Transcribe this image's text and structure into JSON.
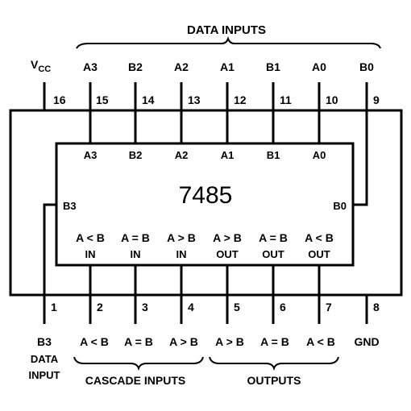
{
  "header": {
    "data_inputs": "DATA INPUTS"
  },
  "top_pins": [
    {
      "num": "16",
      "label": "V",
      "sub": "CC"
    },
    {
      "num": "15",
      "label": "A3",
      "inner": "A3"
    },
    {
      "num": "14",
      "label": "B2",
      "inner": "B2"
    },
    {
      "num": "13",
      "label": "A2",
      "inner": "A2"
    },
    {
      "num": "12",
      "label": "A1",
      "inner": "A1"
    },
    {
      "num": "11",
      "label": "B1",
      "inner": "B1"
    },
    {
      "num": "10",
      "label": "A0",
      "inner": "A0"
    },
    {
      "num": "9",
      "label": "B0"
    }
  ],
  "chip": {
    "part": "7485",
    "left_pin": "B3",
    "right_pin": "B0",
    "bottom_labels": [
      {
        "cmp": "A < B",
        "dir": "IN"
      },
      {
        "cmp": "A = B",
        "dir": "IN"
      },
      {
        "cmp": "A > B",
        "dir": "IN"
      },
      {
        "cmp": "A > B",
        "dir": "OUT"
      },
      {
        "cmp": "A = B",
        "dir": "OUT"
      },
      {
        "cmp": "A < B",
        "dir": "OUT"
      }
    ]
  },
  "bottom_pins": [
    {
      "num": "1",
      "label": "B3"
    },
    {
      "num": "2",
      "label": "A < B"
    },
    {
      "num": "3",
      "label": "A = B"
    },
    {
      "num": "4",
      "label": "A > B"
    },
    {
      "num": "5",
      "label": "A > B"
    },
    {
      "num": "6",
      "label": "A = B"
    },
    {
      "num": "7",
      "label": "A < B"
    },
    {
      "num": "8",
      "label": "GND"
    }
  ],
  "footer": {
    "data_input_line1": "DATA",
    "data_input_line2": "INPUT",
    "cascade_inputs": "CASCADE INPUTS",
    "outputs": "OUTPUTS"
  }
}
